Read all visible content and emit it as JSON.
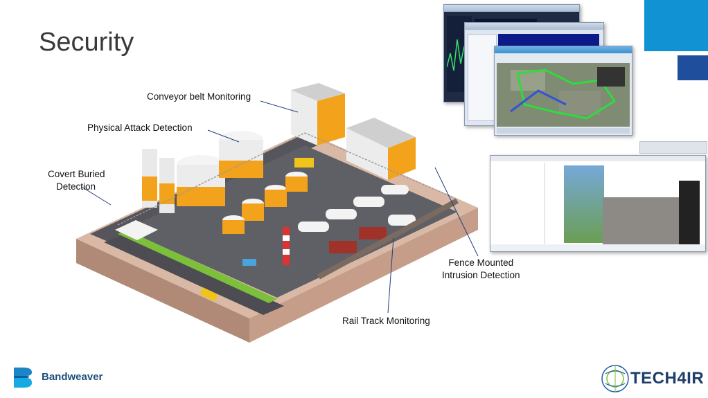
{
  "slide": {
    "title": "Security"
  },
  "callouts": {
    "conveyor": "Conveyor belt Monitoring",
    "physical": "Physical Attack Detection",
    "covert_line1": "Covert Buried",
    "covert_line2": "Detection",
    "fence_line1": "Fence Mounted",
    "fence_line2": "Intrusion Detection",
    "rail": "Rail Track Monitoring"
  },
  "logos": {
    "bandweaver": "Bandweaver",
    "tech4ir": "TECH4IR"
  },
  "colors": {
    "accent_blue": "#1193d3",
    "accent_navy": "#1f4e9c",
    "tank_orange": "#f2a21b",
    "ground_gray": "#5b5b62"
  },
  "icons": {
    "bandweaver": "bandweaver-logo-icon",
    "tech4ir": "tech4ir-binary-globe-icon"
  }
}
